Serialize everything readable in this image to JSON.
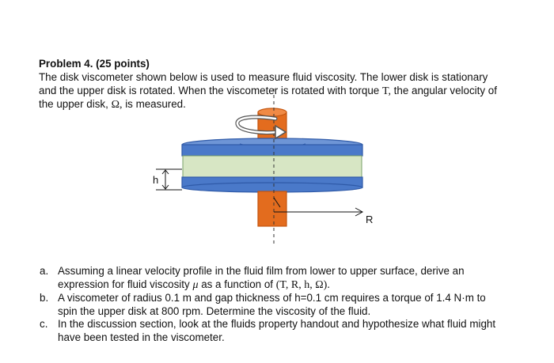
{
  "problem": {
    "title": "Problem 4.  (25 points)",
    "intro_line1": "The disk viscometer shown below is used to measure fluid viscosity.  The lower disk is stationary",
    "intro_line2a": "and the upper disk is rotated.  When the viscometer is rotated with torque ",
    "intro_T": "T,",
    "intro_line2b": "  the angular velocity of",
    "intro_line3a": "the upper disk, ",
    "intro_omega": "Ω,",
    "intro_line3b": " is measured."
  },
  "figure": {
    "label_h": "h",
    "label_R": "R",
    "colors": {
      "disk_blue": "#4a79c9",
      "disk_edge": "#2f5aa8",
      "fluid": "#d7e6c4",
      "shaft": "#e36c1e",
      "shaft_edge": "#c4560f"
    }
  },
  "questions": [
    {
      "marker": "a.",
      "line1": "Assuming a linear velocity profile in the fluid film from lower to upper surface, derive an",
      "line2a": "expression for fluid viscosity ",
      "mu": "μ",
      "line2b": " as a function of ",
      "vars": "(T, R, h, Ω)."
    },
    {
      "marker": "b.",
      "line1": "A viscometer of radius 0.1 m and gap thickness of h=0.1 cm requires a torque of 1.4 N·m to",
      "line2": "spin the upper disk at 800 rpm.  Determine the viscosity of the fluid."
    },
    {
      "marker": "c.",
      "line1": "In the discussion section, look at the fluids property handout and hypothesize what fluid might",
      "line2": "have been tested in the viscometer."
    }
  ]
}
